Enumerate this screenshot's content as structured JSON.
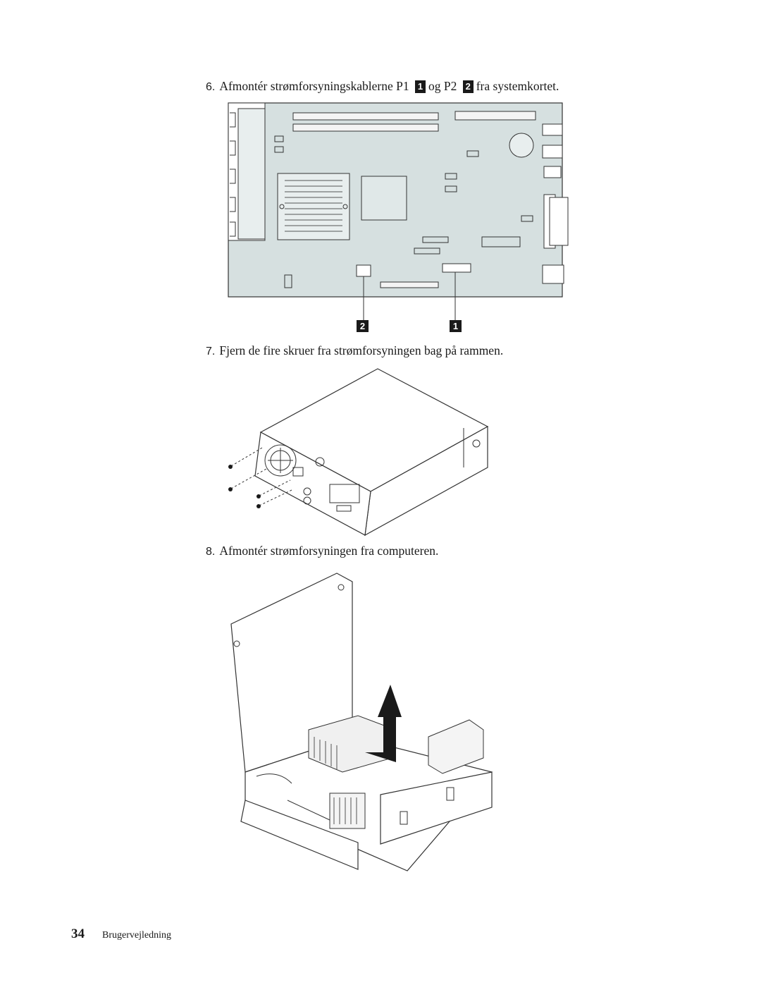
{
  "steps": [
    {
      "num": "6.",
      "part1": "Afmontér strømforsyningskablerne P1",
      "callout1": "1",
      "part2": "og P2",
      "callout2": "2",
      "part3": "fra systemkortet."
    },
    {
      "num": "7.",
      "text": "Fjern de fire skruer fra strømforsyningen bag på rammen."
    },
    {
      "num": "8.",
      "text": "Afmontér strømforsyningen fra computeren."
    }
  ],
  "figure1": {
    "callout_p1": "1",
    "callout_p2": "2"
  },
  "footer": {
    "page_number": "34",
    "title": "Brugervejledning"
  }
}
